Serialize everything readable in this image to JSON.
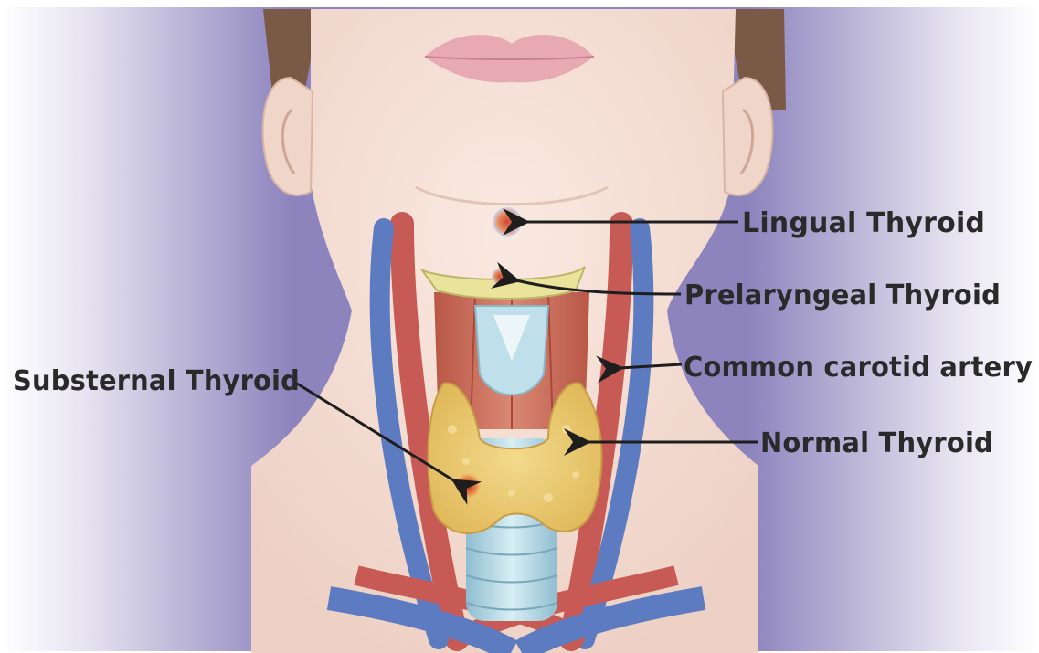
{
  "labels": {
    "lingual": "Lingual Thyroid",
    "prelaryngeal": "Prelaryngeal Thyroid",
    "carotid": "Common carotid artery",
    "substernal": "Substernal Thyroid",
    "normal": "Normal Thyroid"
  },
  "colors": {
    "background_band": "#8d84bd",
    "skin": "#f4dcd2",
    "hair": "#7a5a46",
    "vein": "#5d7bc0",
    "artery": "#c85a55",
    "muscle": "#c96a5b",
    "thyroid": "#e8c86e",
    "trachea": "#9fc9d8",
    "label_text": "#2a2a2a"
  }
}
